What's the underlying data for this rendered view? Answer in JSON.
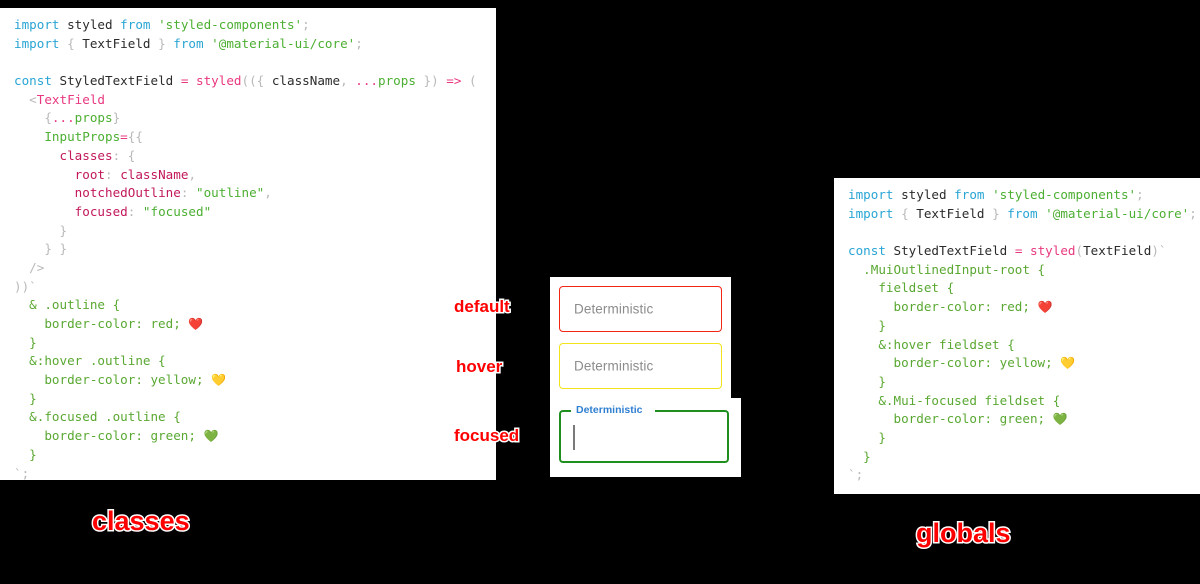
{
  "panels": {
    "classes": {
      "caption": "classes",
      "lines": [
        [
          {
            "t": "import ",
            "c": "kw"
          },
          {
            "t": "styled",
            "c": "plain"
          },
          {
            "t": " from ",
            "c": "kw"
          },
          {
            "t": "'styled-components'",
            "c": "str"
          },
          {
            "t": ";",
            "c": "punc"
          }
        ],
        [
          {
            "t": "import ",
            "c": "kw"
          },
          {
            "t": "{",
            "c": "punc"
          },
          {
            "t": " TextField ",
            "c": "plain"
          },
          {
            "t": "}",
            "c": "punc"
          },
          {
            "t": " from ",
            "c": "kw"
          },
          {
            "t": "'@material-ui/core'",
            "c": "str"
          },
          {
            "t": ";",
            "c": "punc"
          }
        ],
        [],
        [
          {
            "t": "const ",
            "c": "kw"
          },
          {
            "t": "StyledTextField",
            "c": "plain"
          },
          {
            "t": " = ",
            "c": "op"
          },
          {
            "t": "styled",
            "c": "fn"
          },
          {
            "t": "((",
            "c": "punc"
          },
          {
            "t": "{ ",
            "c": "punc"
          },
          {
            "t": "className",
            "c": "plain"
          },
          {
            "t": ", ",
            "c": "comma"
          },
          {
            "t": "...",
            "c": "op"
          },
          {
            "t": "props",
            "c": "attr"
          },
          {
            "t": " }) ",
            "c": "punc"
          },
          {
            "t": "=> ",
            "c": "op"
          },
          {
            "t": "(",
            "c": "punc"
          }
        ],
        [
          {
            "t": "  <",
            "c": "punc"
          },
          {
            "t": "TextField",
            "c": "tag"
          }
        ],
        [
          {
            "t": "    {",
            "c": "punc"
          },
          {
            "t": "...",
            "c": "op"
          },
          {
            "t": "props",
            "c": "attr"
          },
          {
            "t": "}",
            "c": "punc"
          }
        ],
        [
          {
            "t": "    ",
            "c": "punc"
          },
          {
            "t": "InputProps",
            "c": "attr"
          },
          {
            "t": "=",
            "c": "op"
          },
          {
            "t": "{{",
            "c": "punc"
          }
        ],
        [
          {
            "t": "      ",
            "c": "punc"
          },
          {
            "t": "classes",
            "c": "prop"
          },
          {
            "t": ": ",
            "c": "comma"
          },
          {
            "t": "{",
            "c": "punc"
          }
        ],
        [
          {
            "t": "        ",
            "c": "punc"
          },
          {
            "t": "root",
            "c": "prop"
          },
          {
            "t": ": ",
            "c": "comma"
          },
          {
            "t": "className",
            "c": "prop"
          },
          {
            "t": ",",
            "c": "comma"
          }
        ],
        [
          {
            "t": "        ",
            "c": "punc"
          },
          {
            "t": "notchedOutline",
            "c": "prop"
          },
          {
            "t": ": ",
            "c": "comma"
          },
          {
            "t": "\"outline\"",
            "c": "str"
          },
          {
            "t": ",",
            "c": "comma"
          }
        ],
        [
          {
            "t": "        ",
            "c": "punc"
          },
          {
            "t": "focused",
            "c": "prop"
          },
          {
            "t": ": ",
            "c": "comma"
          },
          {
            "t": "\"focused\"",
            "c": "str"
          }
        ],
        [
          {
            "t": "      }",
            "c": "punc"
          }
        ],
        [
          {
            "t": "    } }",
            "c": "punc"
          }
        ],
        [
          {
            "t": "  />",
            "c": "punc"
          }
        ],
        [
          {
            "t": "))`",
            "c": "punc"
          }
        ],
        [
          {
            "t": "  & .outline {",
            "c": "css"
          }
        ],
        [
          {
            "t": "    border-color: red; ",
            "c": "css"
          },
          {
            "t": "❤️",
            "c": "emoji"
          }
        ],
        [
          {
            "t": "  }",
            "c": "css"
          }
        ],
        [
          {
            "t": "  &:hover .outline {",
            "c": "css"
          }
        ],
        [
          {
            "t": "    border-color: yellow; ",
            "c": "css"
          },
          {
            "t": "💛",
            "c": "emoji"
          }
        ],
        [
          {
            "t": "  }",
            "c": "css"
          }
        ],
        [
          {
            "t": "  &.focused .outline {",
            "c": "css"
          }
        ],
        [
          {
            "t": "    border-color: green; ",
            "c": "css"
          },
          {
            "t": "💚",
            "c": "emoji"
          }
        ],
        [
          {
            "t": "  }",
            "c": "css"
          }
        ],
        [
          {
            "t": "`;",
            "c": "punc"
          }
        ]
      ]
    },
    "globals": {
      "caption": "globals",
      "lines": [
        [
          {
            "t": "import ",
            "c": "kw"
          },
          {
            "t": "styled",
            "c": "plain"
          },
          {
            "t": " from ",
            "c": "kw"
          },
          {
            "t": "'styled-components'",
            "c": "str"
          },
          {
            "t": ";",
            "c": "punc"
          }
        ],
        [
          {
            "t": "import ",
            "c": "kw"
          },
          {
            "t": "{",
            "c": "punc"
          },
          {
            "t": " TextField ",
            "c": "plain"
          },
          {
            "t": "}",
            "c": "punc"
          },
          {
            "t": " from ",
            "c": "kw"
          },
          {
            "t": "'@material-ui/core'",
            "c": "str"
          },
          {
            "t": ";",
            "c": "punc"
          }
        ],
        [],
        [
          {
            "t": "const ",
            "c": "kw"
          },
          {
            "t": "StyledTextField",
            "c": "plain"
          },
          {
            "t": " = ",
            "c": "op"
          },
          {
            "t": "styled",
            "c": "fn"
          },
          {
            "t": "(",
            "c": "punc"
          },
          {
            "t": "TextField",
            "c": "plain"
          },
          {
            "t": ")`",
            "c": "punc"
          }
        ],
        [
          {
            "t": "  .MuiOutlinedInput-root {",
            "c": "css"
          }
        ],
        [
          {
            "t": "    fieldset {",
            "c": "css"
          }
        ],
        [
          {
            "t": "      border-color: red; ",
            "c": "css"
          },
          {
            "t": "❤️",
            "c": "emoji"
          }
        ],
        [
          {
            "t": "    }",
            "c": "css"
          }
        ],
        [
          {
            "t": "    &:hover fieldset {",
            "c": "css"
          }
        ],
        [
          {
            "t": "      border-color: yellow; ",
            "c": "css"
          },
          {
            "t": "💛",
            "c": "emoji"
          }
        ],
        [
          {
            "t": "    }",
            "c": "css"
          }
        ],
        [
          {
            "t": "    &.Mui-focused fieldset {",
            "c": "css"
          }
        ],
        [
          {
            "t": "      border-color: green; ",
            "c": "css"
          },
          {
            "t": "💚",
            "c": "emoji"
          }
        ],
        [
          {
            "t": "    }",
            "c": "css"
          }
        ],
        [
          {
            "t": "  }",
            "c": "css"
          }
        ],
        [
          {
            "t": "`;",
            "c": "punc"
          }
        ]
      ]
    }
  },
  "demo": {
    "fields": [
      {
        "state": "default",
        "label": "Deterministic",
        "value": "",
        "border_color": "#f22613",
        "callout": "default"
      },
      {
        "state": "hover",
        "label": "Deterministic",
        "value": "",
        "border_color": "#f2e418",
        "callout": "hover"
      },
      {
        "state": "focused",
        "label": "Deterministic",
        "value": "",
        "border_color": "#1e8e1e",
        "label_color": "#2f7fd1",
        "callout": "focused"
      }
    ]
  },
  "colors": {
    "background": "#000000",
    "panel": "#ffffff",
    "callout": "#ff0000",
    "callout_stroke": "#ffffff",
    "red": "#f22613",
    "yellow": "#f2e418",
    "green": "#1e8e1e",
    "blue_label": "#2f7fd1"
  }
}
